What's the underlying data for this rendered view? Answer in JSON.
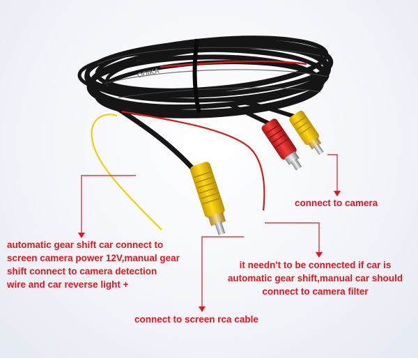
{
  "product": {
    "cable_brand_print": "ODIKA"
  },
  "colors": {
    "annotation": "#e8141c",
    "cable": "#151515",
    "video_plug": "#f2c400",
    "power_plug": "#e02424",
    "trigger_wire": "#f2d000",
    "red_wire": "#d81818"
  },
  "annotations": {
    "power_wire": "automatic gear shift car connect to\nscreen camera power 12V,manual gear\nshift connect to camera detection\nwire and car reverse light +",
    "camera_end": "connect to camera",
    "red_wire": "it needn't to be connected if car is\nautomatic gear shift,manual car should\nconnect to camera filter",
    "screen_end": "connect to screen rca cable"
  }
}
